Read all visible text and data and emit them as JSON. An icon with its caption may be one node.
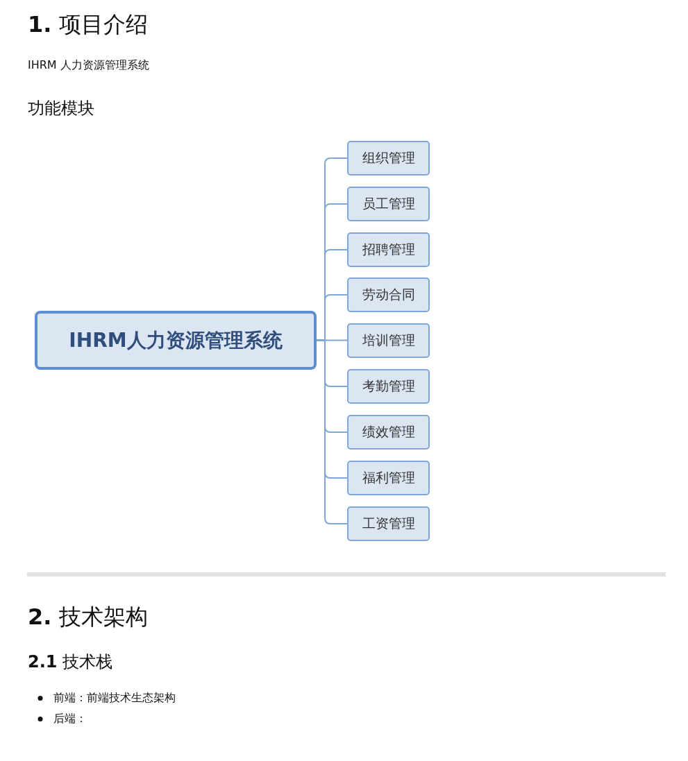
{
  "diagram": {
    "nodes": [
      {
        "text": [
          "IHRM人力资源管理系统"
        ]
      },
      {
        "text": [
          "组织管理"
        ]
      },
      {
        "text": [
          "员工管理"
        ]
      },
      {
        "text": [
          "招聘管理"
        ]
      },
      {
        "text": [
          "劳动合同"
        ]
      },
      {
        "text": [
          "培训管理"
        ]
      },
      {
        "text": [
          "考勤管理"
        ]
      },
      {
        "text": [
          "绩效管理"
        ]
      },
      {
        "text": [
          "福利管理"
        ]
      },
      {
        "text": [
          "工资管理"
        ]
      }
    ],
    "edges": [
      {
        "from": 0,
        "to": 1,
        "arrow": "none"
      },
      {
        "from": 0,
        "to": 2,
        "arrow": "none"
      },
      {
        "from": 0,
        "to": 3,
        "arrow": "none"
      },
      {
        "from": 0,
        "to": 4,
        "arrow": "none"
      },
      {
        "from": 0,
        "to": 5,
        "arrow": "none"
      },
      {
        "from": 0,
        "to": 6,
        "arrow": "none"
      },
      {
        "from": 0,
        "to": 7,
        "arrow": "none"
      },
      {
        "from": 0,
        "to": 8,
        "arrow": "none"
      },
      {
        "from": 0,
        "to": 9,
        "arrow": "none"
      }
    ],
    "labels": [
      "**1.** 项目介绍",
      "IHRM 人力资源管理系统",
      "功能模块",
      "**2.** 技术架构",
      "**2.1** 技术栈",
      "前端：前端技术生态架构",
      "后端："
    ]
  }
}
